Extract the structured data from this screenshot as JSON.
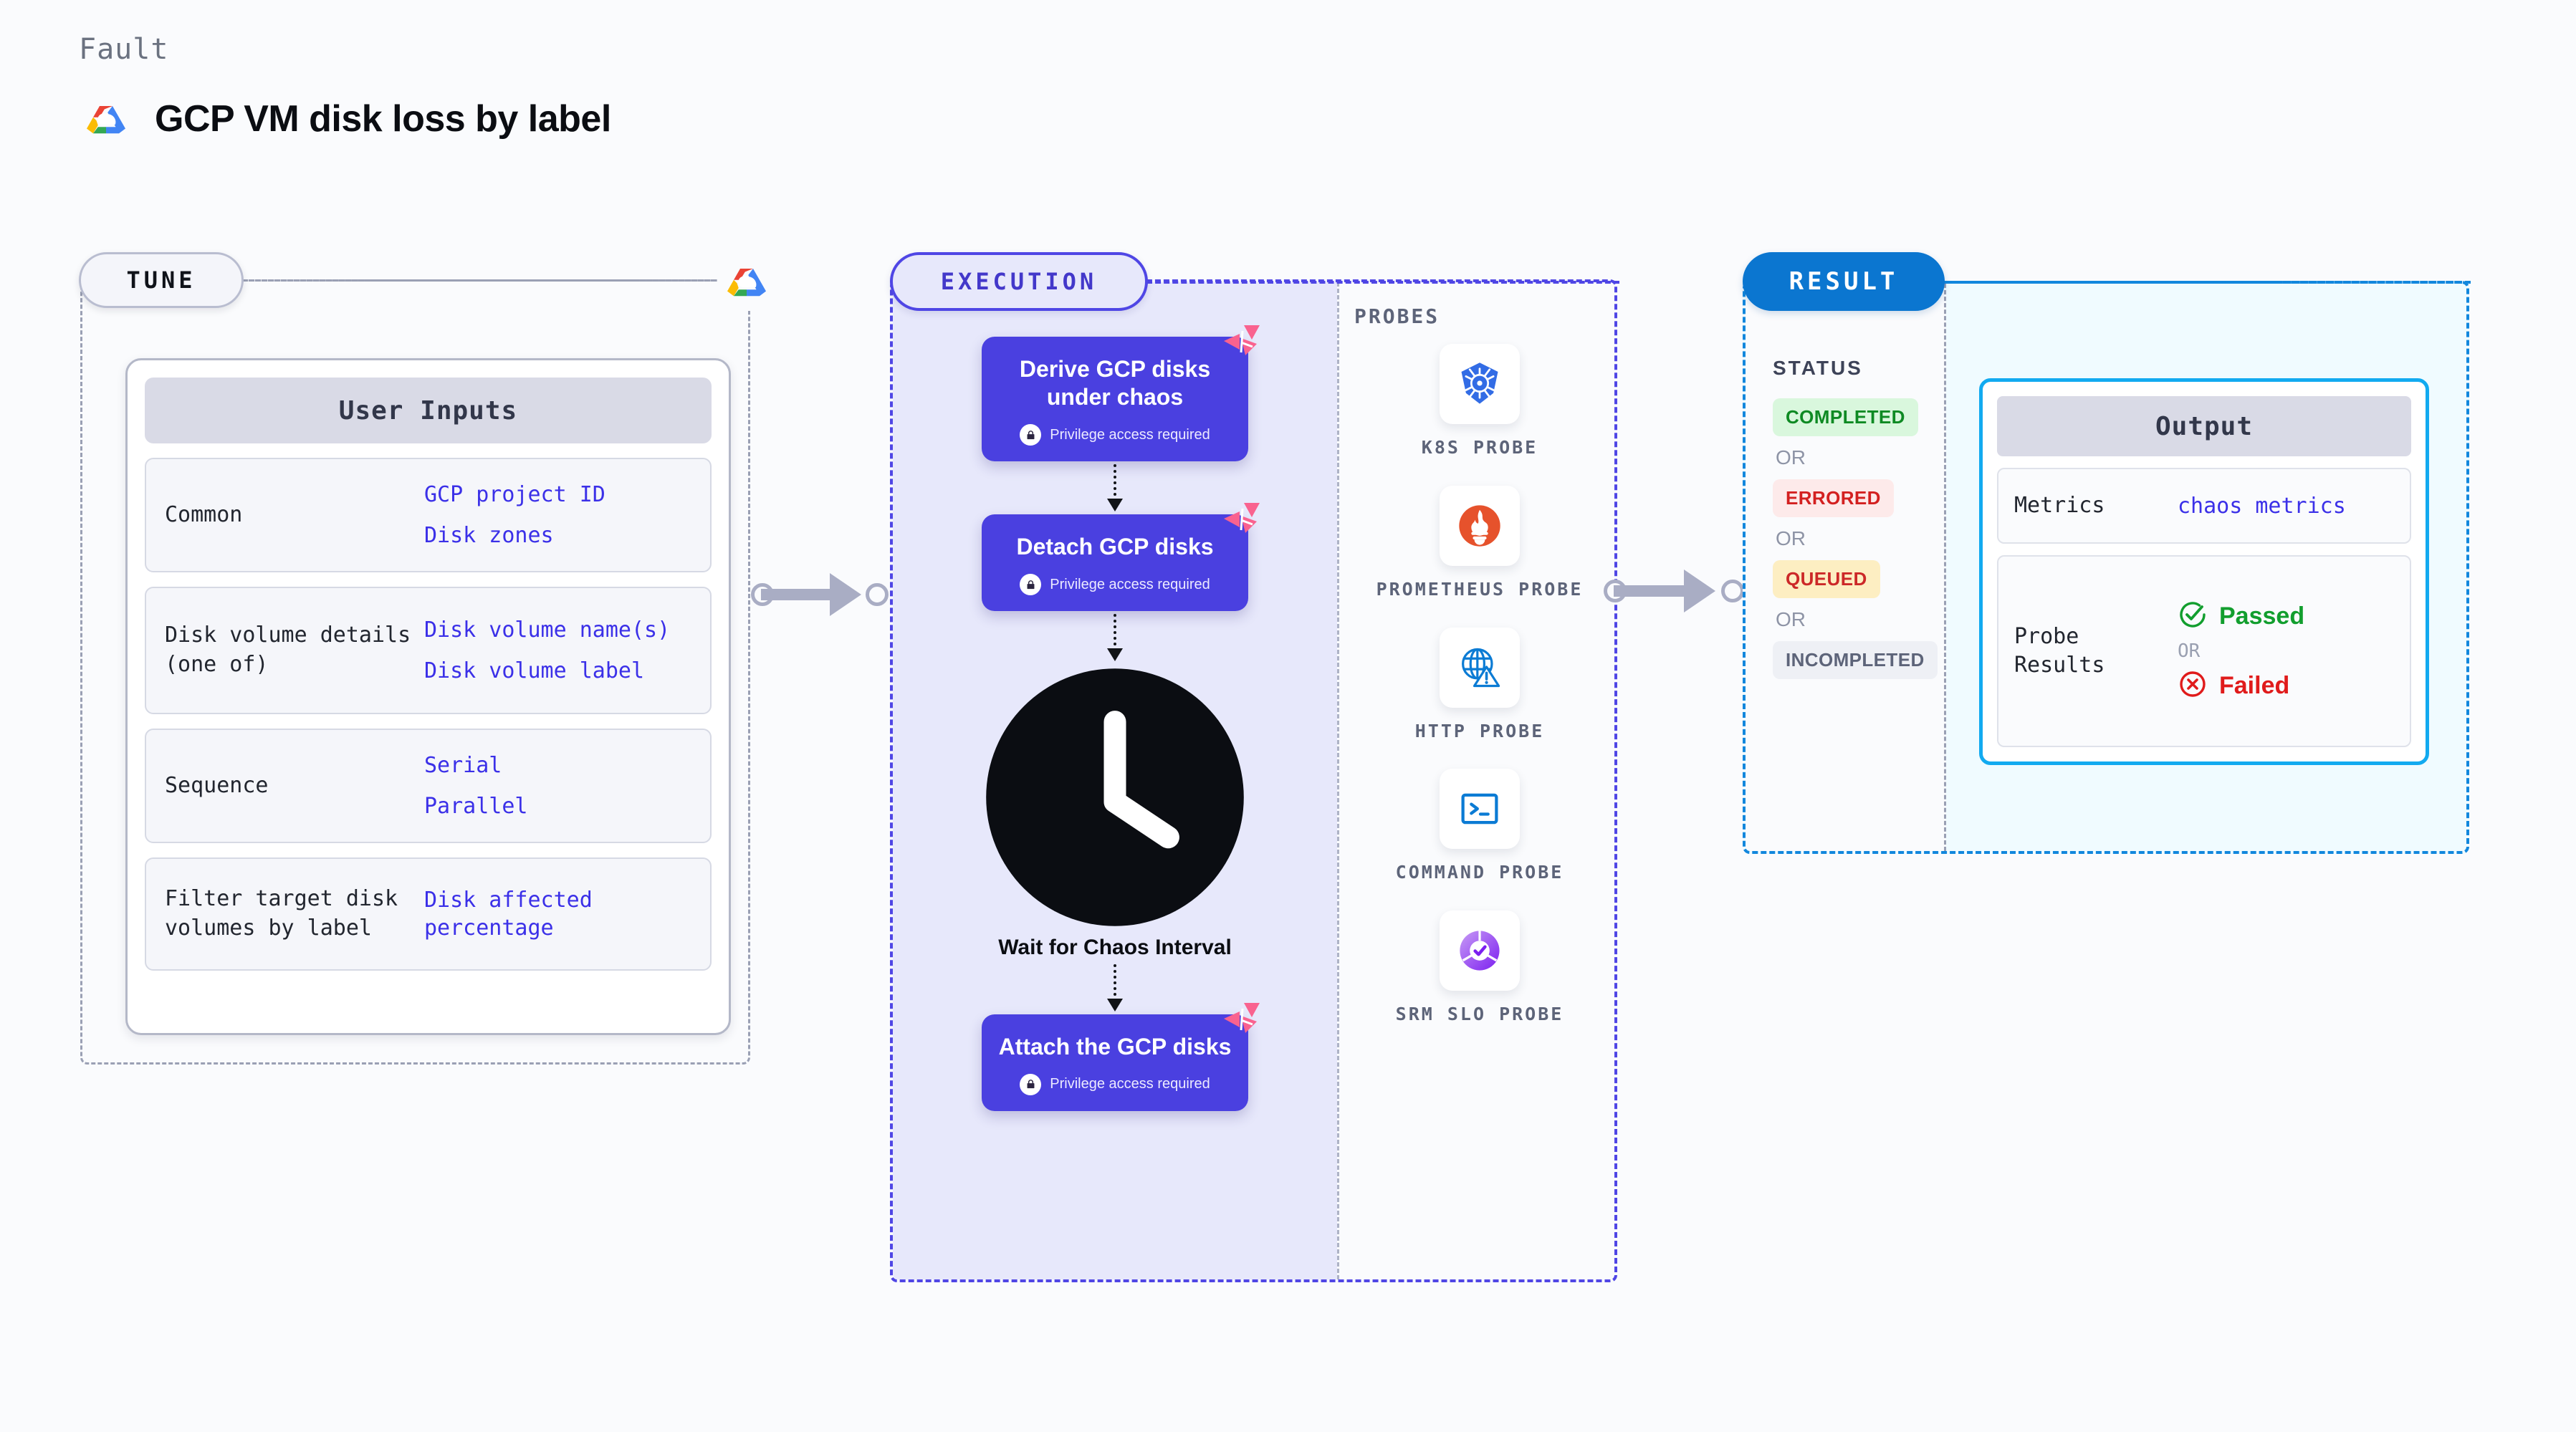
{
  "header": {
    "kicker": "Fault",
    "title": "GCP VM disk loss by label",
    "logo_icon": "google-cloud-icon"
  },
  "tune": {
    "badge": "TUNE",
    "edge_logo_icon": "google-cloud-icon",
    "card_title": "User Inputs",
    "rows": [
      {
        "key": "Common",
        "values": [
          "GCP project ID",
          "Disk zones"
        ]
      },
      {
        "key": "Disk volume details (one of)",
        "values": [
          "Disk volume name(s)",
          "Disk volume label"
        ]
      },
      {
        "key": "Sequence",
        "values": [
          "Serial",
          "Parallel"
        ]
      },
      {
        "key": "Filter target disk volumes by label",
        "values": [
          "Disk affected percentage"
        ]
      }
    ]
  },
  "execution": {
    "badge": "EXECUTION",
    "steps": [
      {
        "title": "Derive GCP disks under chaos",
        "sub": "Privilege access required",
        "lock_icon": "lock-icon",
        "mark_icon": "litmus-logo-icon"
      },
      {
        "title": "Detach GCP disks",
        "sub": "Privilege access required",
        "lock_icon": "lock-icon",
        "mark_icon": "litmus-logo-icon"
      },
      {
        "title": "Attach the GCP disks",
        "sub": "Privilege access required",
        "lock_icon": "lock-icon",
        "mark_icon": "litmus-logo-icon"
      }
    ],
    "wait_node": {
      "label": "Wait for Chaos Interval",
      "icon": "clock-icon"
    },
    "probes_label": "PROBES",
    "probes": [
      {
        "name": "K8S PROBE",
        "icon": "kubernetes-icon"
      },
      {
        "name": "PROMETHEUS PROBE",
        "icon": "prometheus-icon"
      },
      {
        "name": "HTTP PROBE",
        "icon": "http-globe-warning-icon"
      },
      {
        "name": "COMMAND PROBE",
        "icon": "terminal-icon"
      },
      {
        "name": "SRM SLO PROBE",
        "icon": "srm-slo-donut-check-icon"
      }
    ]
  },
  "result": {
    "badge": "RESULT",
    "status_label": "STATUS",
    "or_label": "OR",
    "statuses": [
      {
        "label": "COMPLETED",
        "style": "st-completed"
      },
      {
        "label": "ERRORED",
        "style": "st-errored"
      },
      {
        "label": "QUEUED",
        "style": "st-queued"
      },
      {
        "label": "INCOMPLETED",
        "style": "st-incompleted"
      }
    ],
    "output": {
      "title": "Output",
      "metrics_key": "Metrics",
      "metrics_value": "chaos metrics",
      "probe_key": "Probe Results",
      "passed": "Passed",
      "failed": "Failed",
      "or_label": "OR",
      "passed_icon": "check-circle-icon",
      "failed_icon": "x-circle-icon"
    }
  },
  "colors": {
    "background": "#fafbfd",
    "tune_border": "#9aa0b4",
    "execution_accent": "#4f46e5",
    "execution_fill": "#e7e8fb",
    "step_card": "#4a40e0",
    "result_accent": "#1287dd",
    "result_fill": "#f0fbff",
    "output_border": "#12aaf0",
    "value_text": "#3b30e8",
    "litmus_pink": "#f9628f",
    "passed_green": "#129e2e",
    "failed_red": "#e01b1b"
  }
}
